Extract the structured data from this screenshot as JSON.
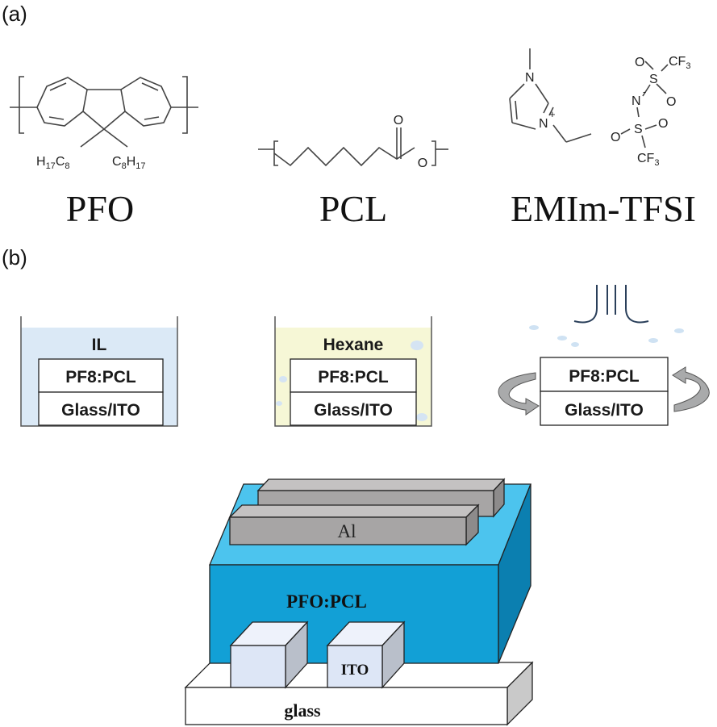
{
  "panels": {
    "a": "(a)",
    "b": "(b)"
  },
  "structures": {
    "pfo": {
      "name": "PFO",
      "left_chain": "H",
      "left_chain_n1": "17",
      "left_chain_mid": "C",
      "left_chain_n2": "8",
      "right_chain": "C",
      "right_chain_n1": "8",
      "right_chain_mid": "H",
      "right_chain_n2": "17"
    },
    "pcl": {
      "name": "PCL",
      "carbonyl_o": "O",
      "ester_o": "O"
    },
    "emim_tfsi": {
      "name": "EMIm-TFSI",
      "n_top": "N",
      "n_plus": "N",
      "plus": "+",
      "cf3_top": "CF",
      "cf3_top_sub": "3",
      "s_top": "S",
      "o_1": "O",
      "o_2": "O",
      "n_anion": "N",
      "minus": "-",
      "s_bottom": "S",
      "o_3": "O",
      "o_4": "O",
      "cf3_bottom": "CF",
      "cf3_bottom_sub": "3"
    }
  },
  "processes": [
    {
      "solvent": "IL",
      "film": "PF8:PCL",
      "substrate": "Glass/ITO",
      "bath_color": "#dbe9f6"
    },
    {
      "solvent": "Hexane",
      "film": "PF8:PCL",
      "substrate": "Glass/ITO",
      "bath_color": "#f6f7d6"
    },
    {
      "solvent": "",
      "film": "PF8:PCL",
      "substrate": "Glass/ITO",
      "bath_color": ""
    }
  ],
  "device": {
    "top_electrode": "Al",
    "active_layer": "PFO:PCL",
    "bottom_electrode": "ITO",
    "substrate": "glass",
    "colors": {
      "active_front": "#12a0d6",
      "active_top": "#4cc4ee",
      "active_side": "#0b7fb0",
      "al": "#a7a5a5",
      "ito": "#dde6f6",
      "glass": "#ffffff"
    }
  }
}
